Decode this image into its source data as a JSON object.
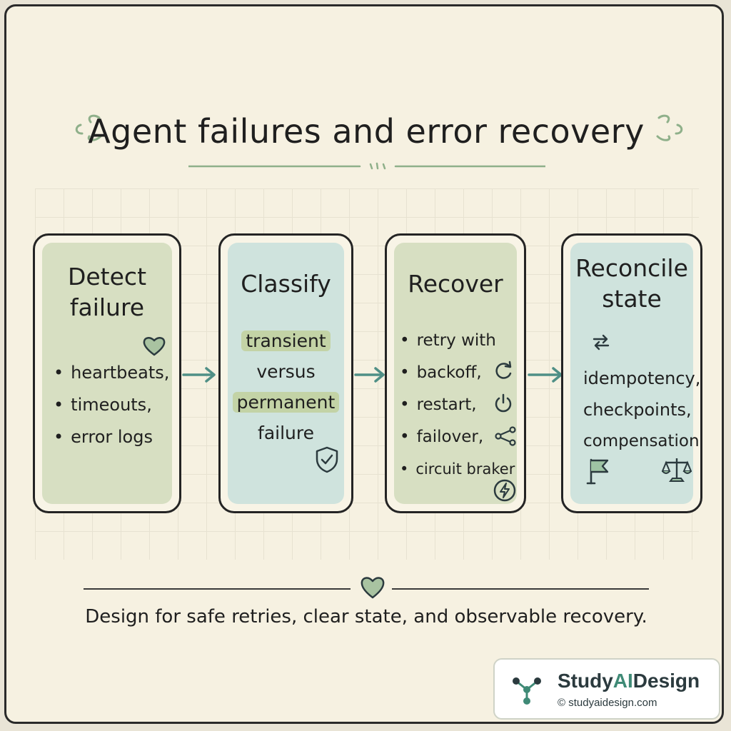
{
  "title": "Agent failures and error recovery",
  "cards": [
    {
      "title_lines": [
        "Detect",
        "failure"
      ],
      "bullets": [
        "heartbeats,",
        "timeouts,",
        "error logs"
      ]
    },
    {
      "title_lines": [
        "Classify"
      ],
      "lines": [
        "transient",
        "versus",
        "permanent",
        "failure"
      ]
    },
    {
      "title_lines": [
        "Recover"
      ],
      "bullets": [
        "retry with",
        "backoff,",
        "restart,",
        "failover,",
        "circuit braker"
      ]
    },
    {
      "title_lines": [
        "Reconcile",
        "state"
      ],
      "lines": [
        "idempotency,",
        "checkpoints,",
        "compensation"
      ]
    }
  ],
  "tagline": "Design for safe retries, clear state, and observable recovery.",
  "brand": {
    "name_prefix": "Study",
    "name_highlight": "AI",
    "name_suffix": "Design",
    "url": "© studyaidesign.com"
  },
  "icons": {
    "detect": "heart-icon",
    "classify": "shield-check-icon",
    "retry": "refresh-icon",
    "restart": "power-icon",
    "failover": "share-nodes-icon",
    "breaker": "lightning-icon",
    "reconcile": "swap-arrows-icon",
    "flag": "flag-icon",
    "scale": "balance-scale-icon",
    "footer": "heart-icon",
    "brand": "network-nodes-icon"
  },
  "colors": {
    "paper": "#f6f1e1",
    "card_green": "#d7dfc2",
    "card_teal": "#cfe3dd",
    "arrow": "#4f8f86",
    "accent_green": "#8fb08a"
  }
}
